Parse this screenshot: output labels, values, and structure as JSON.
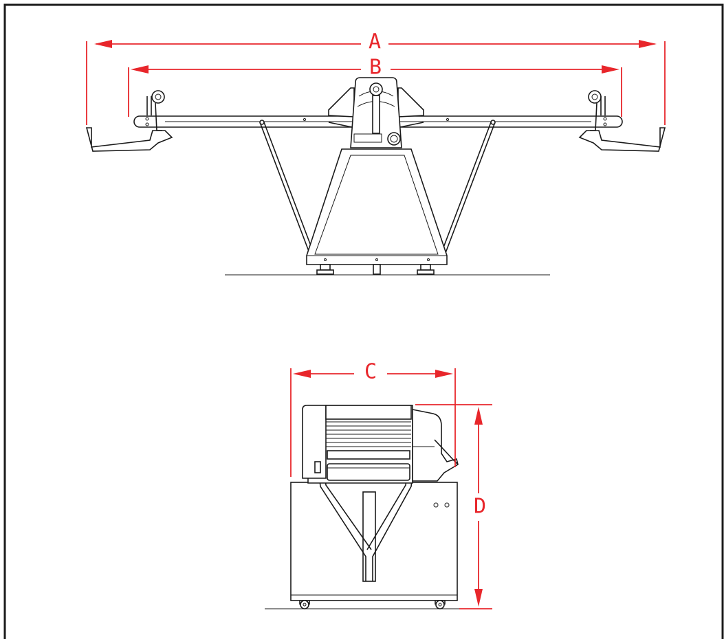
{
  "colors": {
    "dimension": "#e8262b",
    "line": "#1a1a1a",
    "background": "#ffffff"
  },
  "labels": {
    "A": "A",
    "B": "B",
    "C": "C",
    "D": "D"
  }
}
